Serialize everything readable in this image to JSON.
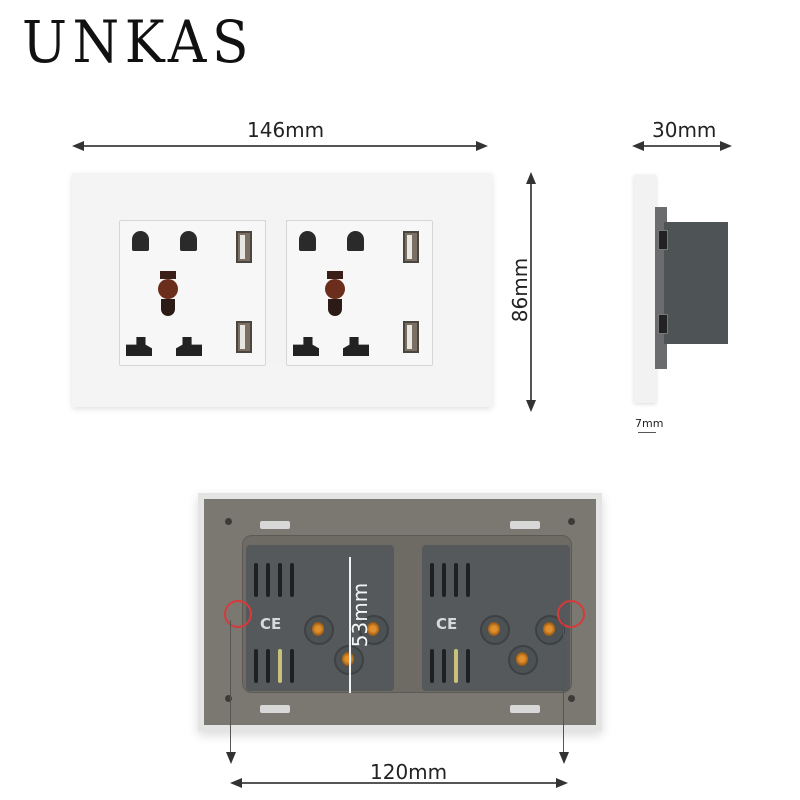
{
  "brand": {
    "name": "UNKAS"
  },
  "dimensions": {
    "width": "146mm",
    "height": "86mm",
    "depth": "30mm",
    "plate_thickness": "7mm",
    "inner_height": "53mm",
    "mounting_hole_spacing": "120mm"
  },
  "views": {
    "front": {
      "modules": 2,
      "sockets_per_module": "universal 5-pin",
      "usb_ports_per_module": 2
    },
    "side": {
      "usb_ports": 2
    },
    "back": {
      "certification_mark": "CE",
      "modules": 2
    }
  },
  "colors": {
    "plate": "#f4f4f4",
    "back_frame": "#7b7871",
    "module_body": "#55595c",
    "highlight_circle": "#d63a3a",
    "dimension_line": "#555555"
  }
}
